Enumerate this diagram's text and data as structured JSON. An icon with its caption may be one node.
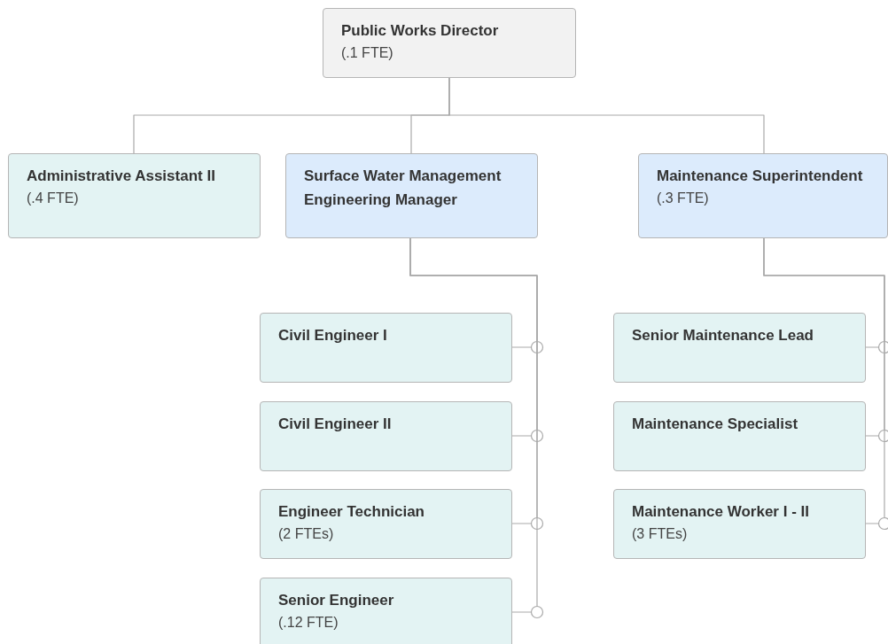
{
  "diagram": {
    "nodes": [
      {
        "text": [
          "Public Works Director",
          "(.1 FTE)"
        ]
      },
      {
        "text": [
          "Administrative Assistant II",
          "(.4 FTE)"
        ]
      },
      {
        "text": [
          "Surface Water Management Engineering Manager"
        ]
      },
      {
        "text": [
          "Maintenance Superintendent",
          "(.3 FTE)"
        ]
      },
      {
        "text": [
          "Civil Engineer I"
        ]
      },
      {
        "text": [
          "Civil Engineer II"
        ]
      },
      {
        "text": [
          "Engineer Technician",
          "(2 FTEs)"
        ]
      },
      {
        "text": [
          "Senior Engineer",
          "(.12 FTE)"
        ]
      },
      {
        "text": [
          "Senior Maintenance Lead"
        ]
      },
      {
        "text": [
          "Maintenance Specialist"
        ]
      },
      {
        "text": [
          "Maintenance Worker I - II",
          "(3 FTEs)"
        ]
      }
    ],
    "edges": [
      {
        "from": 0,
        "to": 1,
        "arrow": "none"
      },
      {
        "from": 0,
        "to": 2,
        "arrow": "none"
      },
      {
        "from": 0,
        "to": 3,
        "arrow": "none"
      },
      {
        "from": 2,
        "to": 4,
        "arrow": "none"
      },
      {
        "from": 2,
        "to": 5,
        "arrow": "none"
      },
      {
        "from": 2,
        "to": 6,
        "arrow": "none"
      },
      {
        "from": 2,
        "to": 7,
        "arrow": "none"
      },
      {
        "from": 3,
        "to": 8,
        "arrow": "none"
      },
      {
        "from": 3,
        "to": 9,
        "arrow": "none"
      },
      {
        "from": 3,
        "to": 10,
        "arrow": "none"
      }
    ]
  }
}
